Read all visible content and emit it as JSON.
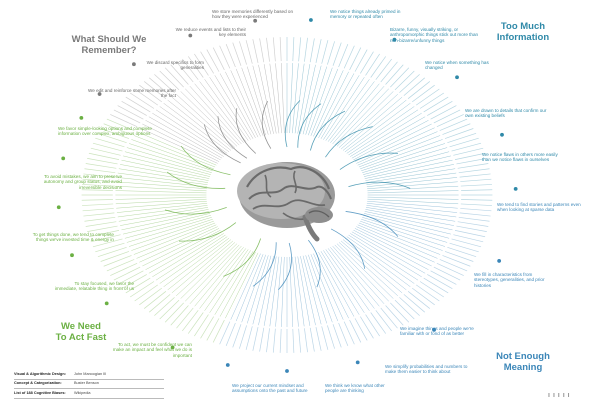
{
  "colors": {
    "remember": "#7a7a7a",
    "act_fast": "#6bb043",
    "too_much_info": "#2f89a8",
    "meaning": "#3b86b8",
    "dot_gray": "#8c8c8c",
    "brain_dark": "#6a6a6a",
    "brain_light": "#a9a9a9"
  },
  "quadrants": {
    "remember": {
      "title_line1": "What Should We",
      "title_line2": "Remember?"
    },
    "too_much": {
      "title_line1": "Too Much",
      "title_line2": "Information"
    },
    "act_fast": {
      "title_line1": "We Need",
      "title_line2": "To Act Fast"
    },
    "meaning": {
      "title_line1": "Not Enough",
      "title_line2": "Meaning"
    }
  },
  "heuristics": {
    "remember": [
      "We store memories differently based on how they were experienced",
      "We reduce events and lists to their key elements",
      "We discard specifics to form generalities",
      "We edit and reinforce some memories after the fact"
    ],
    "too_much": [
      "We notice things already primed in memory or repeated often",
      "Bizarre, funny, visually striking, or anthropomorphic things stick out more than non-bizarre/unfunny things",
      "We notice when something has changed",
      "We are drawn to details that confirm our own existing beliefs",
      "We notice flaws in others more easily than we notice flaws in ourselves"
    ],
    "act_fast": [
      "We favor simple-looking options and complete information over complex, ambiguous options",
      "To avoid mistakes, we aim to preserve autonomy and group status, and avoid irreversible decisions",
      "To get things done, we tend to complete things we've invested time & energy in",
      "To stay focused, we favor the immediate, relatable thing in front of us",
      "To act, we must be confident we can make an impact and feel what we do is important"
    ],
    "meaning": [
      "We tend to find stories and patterns even when looking at sparse data",
      "We fill in characteristics from stereotypes, generalities, and prior histories",
      "We imagine things and people we're familiar with or fond of as better",
      "We simplify probabilities and numbers to make them easier to think about",
      "We think we know what other people are thinking",
      "We project our current mindset and assumptions onto the past and future"
    ]
  },
  "credits": [
    {
      "label": "Visual & Algorithmic Design:",
      "value": "John Manoogian III"
    },
    {
      "label": "Concept & Categorization:",
      "value": "Buster Benson"
    },
    {
      "label": "List of 188 Cognitive Biases:",
      "value": "Wikipedia"
    }
  ],
  "logo_marks": "ııııı"
}
